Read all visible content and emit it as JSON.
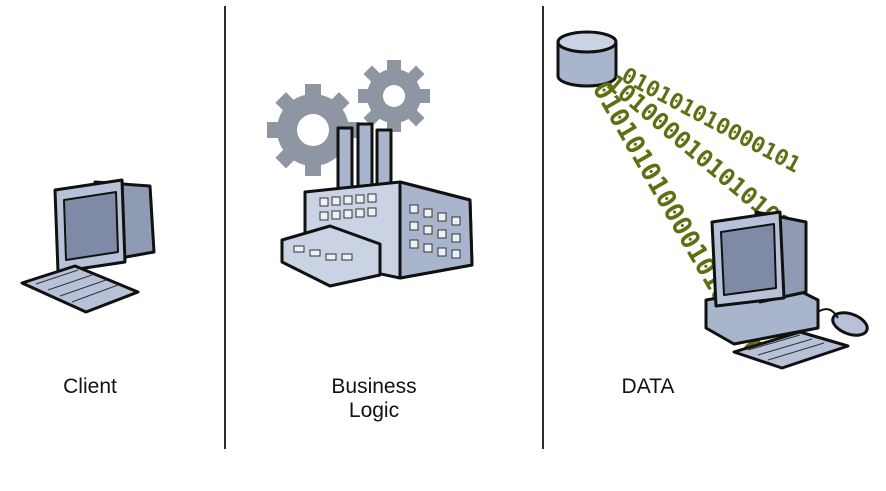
{
  "sections": {
    "client": {
      "label": "Client",
      "icon": "desktop-computer-icon"
    },
    "business_logic": {
      "label_line1": "Business",
      "label_line2": "Logic",
      "icon": "factory-with-gears-icon"
    },
    "data": {
      "label": "DATA",
      "icon": "database-with-workstation-icon"
    }
  },
  "binary_streams": [
    "010101010000101",
    "10100001010101010",
    "01010101000010101010"
  ],
  "colors": {
    "icon_fill": "#a9b5cc",
    "icon_fill_light": "#c9d3e4",
    "gear": "#8e96a4",
    "binary_text": "#5f6f12",
    "divider": "#2b2b2b"
  }
}
